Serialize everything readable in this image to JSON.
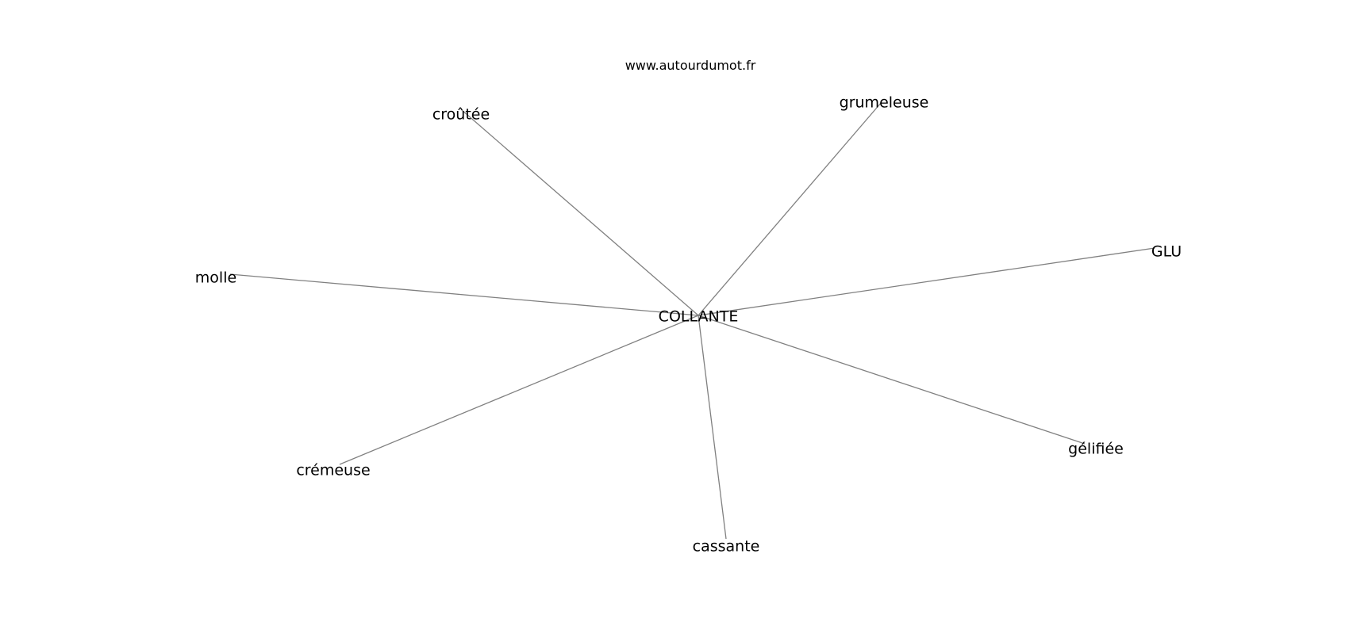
{
  "header": {
    "site": "www.autourdumot.fr"
  },
  "graph": {
    "center": {
      "id": "collante",
      "label": "COLLANTE"
    },
    "nodes": [
      {
        "id": "croutee",
        "label": "croûtée"
      },
      {
        "id": "grumeleuse",
        "label": "grumeleuse"
      },
      {
        "id": "glu",
        "label": "GLU"
      },
      {
        "id": "molle",
        "label": "molle"
      },
      {
        "id": "gelifiee",
        "label": "gélifiée"
      },
      {
        "id": "cremeuse",
        "label": "crémeuse"
      },
      {
        "id": "cassante",
        "label": "cassante"
      }
    ],
    "edges": [
      {
        "from": "collante",
        "to": "croutee"
      },
      {
        "from": "collante",
        "to": "grumeleuse"
      },
      {
        "from": "collante",
        "to": "glu"
      },
      {
        "from": "collante",
        "to": "molle"
      },
      {
        "from": "collante",
        "to": "gelifiee"
      },
      {
        "from": "collante",
        "to": "cremeuse"
      },
      {
        "from": "collante",
        "to": "cassante"
      }
    ],
    "colors": {
      "edge": "#808080",
      "text": "#000000",
      "background": "#ffffff"
    }
  }
}
